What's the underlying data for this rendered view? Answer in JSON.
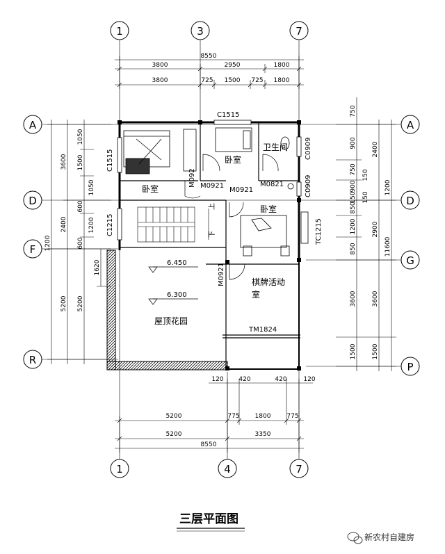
{
  "title": "三层平面图",
  "watermark": "新农村自建房",
  "axes": {
    "top": [
      "1",
      "3",
      "7"
    ],
    "bottom": [
      "1",
      "4",
      "7"
    ],
    "left": [
      "A",
      "D",
      "F",
      "R"
    ],
    "right": [
      "A",
      "D",
      "G",
      "P"
    ]
  },
  "dims_top": {
    "total": "8550",
    "row1": [
      "3800",
      "2950",
      "1800"
    ],
    "row2": [
      "3800",
      "725",
      "1500",
      "725",
      "1800"
    ]
  },
  "dims_bottom": {
    "small": [
      "120",
      "420",
      "420",
      "120"
    ],
    "row1": [
      "5200",
      "775",
      "1800",
      "775"
    ],
    "row2": [
      "5200",
      "3350"
    ],
    "total": "8550"
  },
  "dims_left": {
    "outer": [
      "1200"
    ],
    "mid": [
      "3600",
      "2400",
      "5200"
    ],
    "inner": [
      "1050",
      "1500",
      "1050",
      "600",
      "1200",
      "600",
      "5200"
    ],
    "stair": "1620"
  },
  "dims_right": {
    "inner": [
      "750",
      "900",
      "750",
      "900",
      "150",
      "850",
      "1200",
      "850",
      "3600",
      "1500"
    ],
    "inner2": [
      "150",
      "150"
    ],
    "mid": [
      "2400",
      "1200",
      "2900",
      "3600",
      "1500"
    ],
    "outer": "11600"
  },
  "labels": {
    "c1515_top": "C1515",
    "c1515_left": "C1515",
    "c1215": "C1215",
    "c0909_a": "C0909",
    "c0909_b": "C0909",
    "tc1215": "TC1215",
    "m0921_a": "M0921",
    "m0921_b": "M0921",
    "m0921_c": "M092",
    "m0921_d": "M0921",
    "m0821": "M0821",
    "tm1824": "TM1824",
    "elev1": "6.450",
    "elev2": "6.300",
    "up": "上",
    "down": "下"
  },
  "rooms": {
    "bedroom1": "卧室",
    "bedroom2": "卧室",
    "bedroom3": "卧室",
    "bath": "卫生间",
    "chess_line1": "棋牌活动",
    "chess_line2": "室",
    "garden": "屋顶花园"
  }
}
